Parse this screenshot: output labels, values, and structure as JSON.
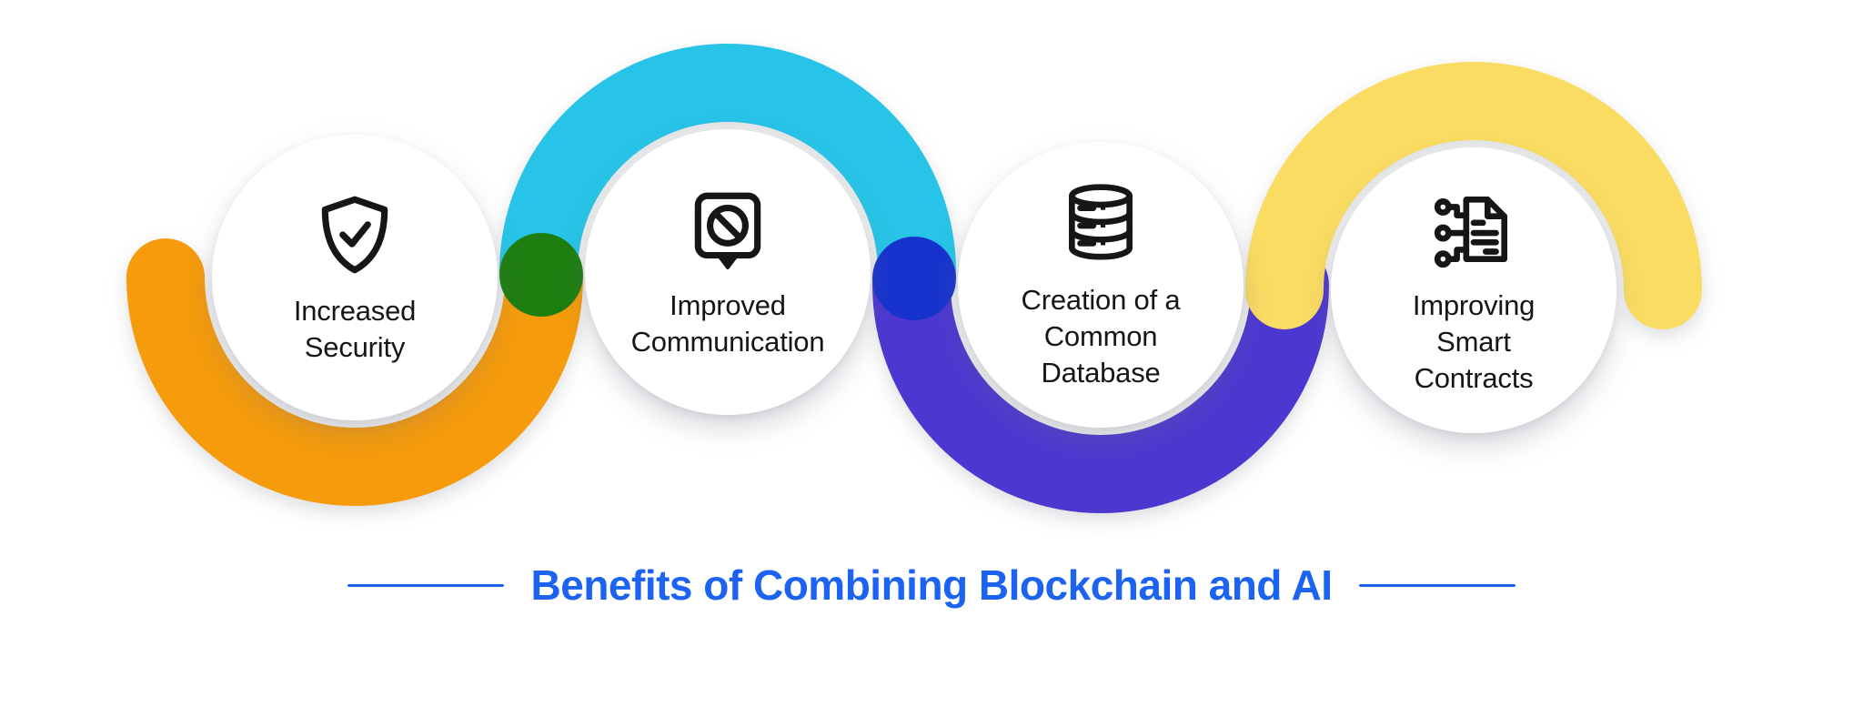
{
  "background": "#FFFFFF",
  "title": {
    "text": "Benefits of Combining Blockchain and AI",
    "color": "#1B63F0"
  },
  "units": [
    {
      "id": "increased-security",
      "icon": "shield-check-icon",
      "label_lines": [
        "Increased",
        "Security"
      ],
      "arc_color": "#F59B0C",
      "arc_position": "bottom"
    },
    {
      "id": "improved-communication",
      "icon": "blocked-message-icon",
      "label_lines": [
        "Improved",
        "Communication"
      ],
      "arc_color": "#27C4E7",
      "arc_position": "top"
    },
    {
      "id": "creation-common-database",
      "icon": "database-icon",
      "label_lines": [
        "Creation of a",
        "Common",
        "Database"
      ],
      "arc_color": "#4C38D0",
      "arc_position": "bottom"
    },
    {
      "id": "improving-smart-contracts",
      "icon": "smart-contract-icon",
      "label_lines": [
        "Improving",
        "Smart",
        "Contracts"
      ],
      "arc_color": "#FADC62",
      "arc_position": "top"
    }
  ],
  "connectors": [
    {
      "id": "junction-1-2",
      "color": "#1E7E10"
    },
    {
      "id": "junction-2-3",
      "color": "#1733CD"
    }
  ],
  "text_color": "#161616"
}
